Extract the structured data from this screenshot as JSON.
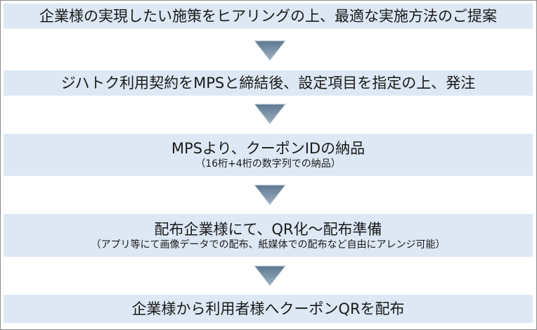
{
  "steps": [
    {
      "title": "企業様の実現したい施策をヒアリングの上、最適な実施方法のご提案"
    },
    {
      "title": "ジハトク利用契約をMPSと締結後、設定項目を指定の上、発注"
    },
    {
      "title": "MPSより、クーポンIDの納品",
      "note": "（16桁+4桁の数字列での納品）"
    },
    {
      "title": "配布企業様にて、QR化～配布準備",
      "note": "（アプリ等にて画像データでの配布、紙媒体での配布など自由にアレンジ可能）"
    },
    {
      "title": "企業様から利用者様へクーポンQRを配布"
    }
  ],
  "colors": {
    "box": "#dde8f4",
    "arrow_top": "#5d7890",
    "arrow_bottom": "#9db1c2"
  }
}
